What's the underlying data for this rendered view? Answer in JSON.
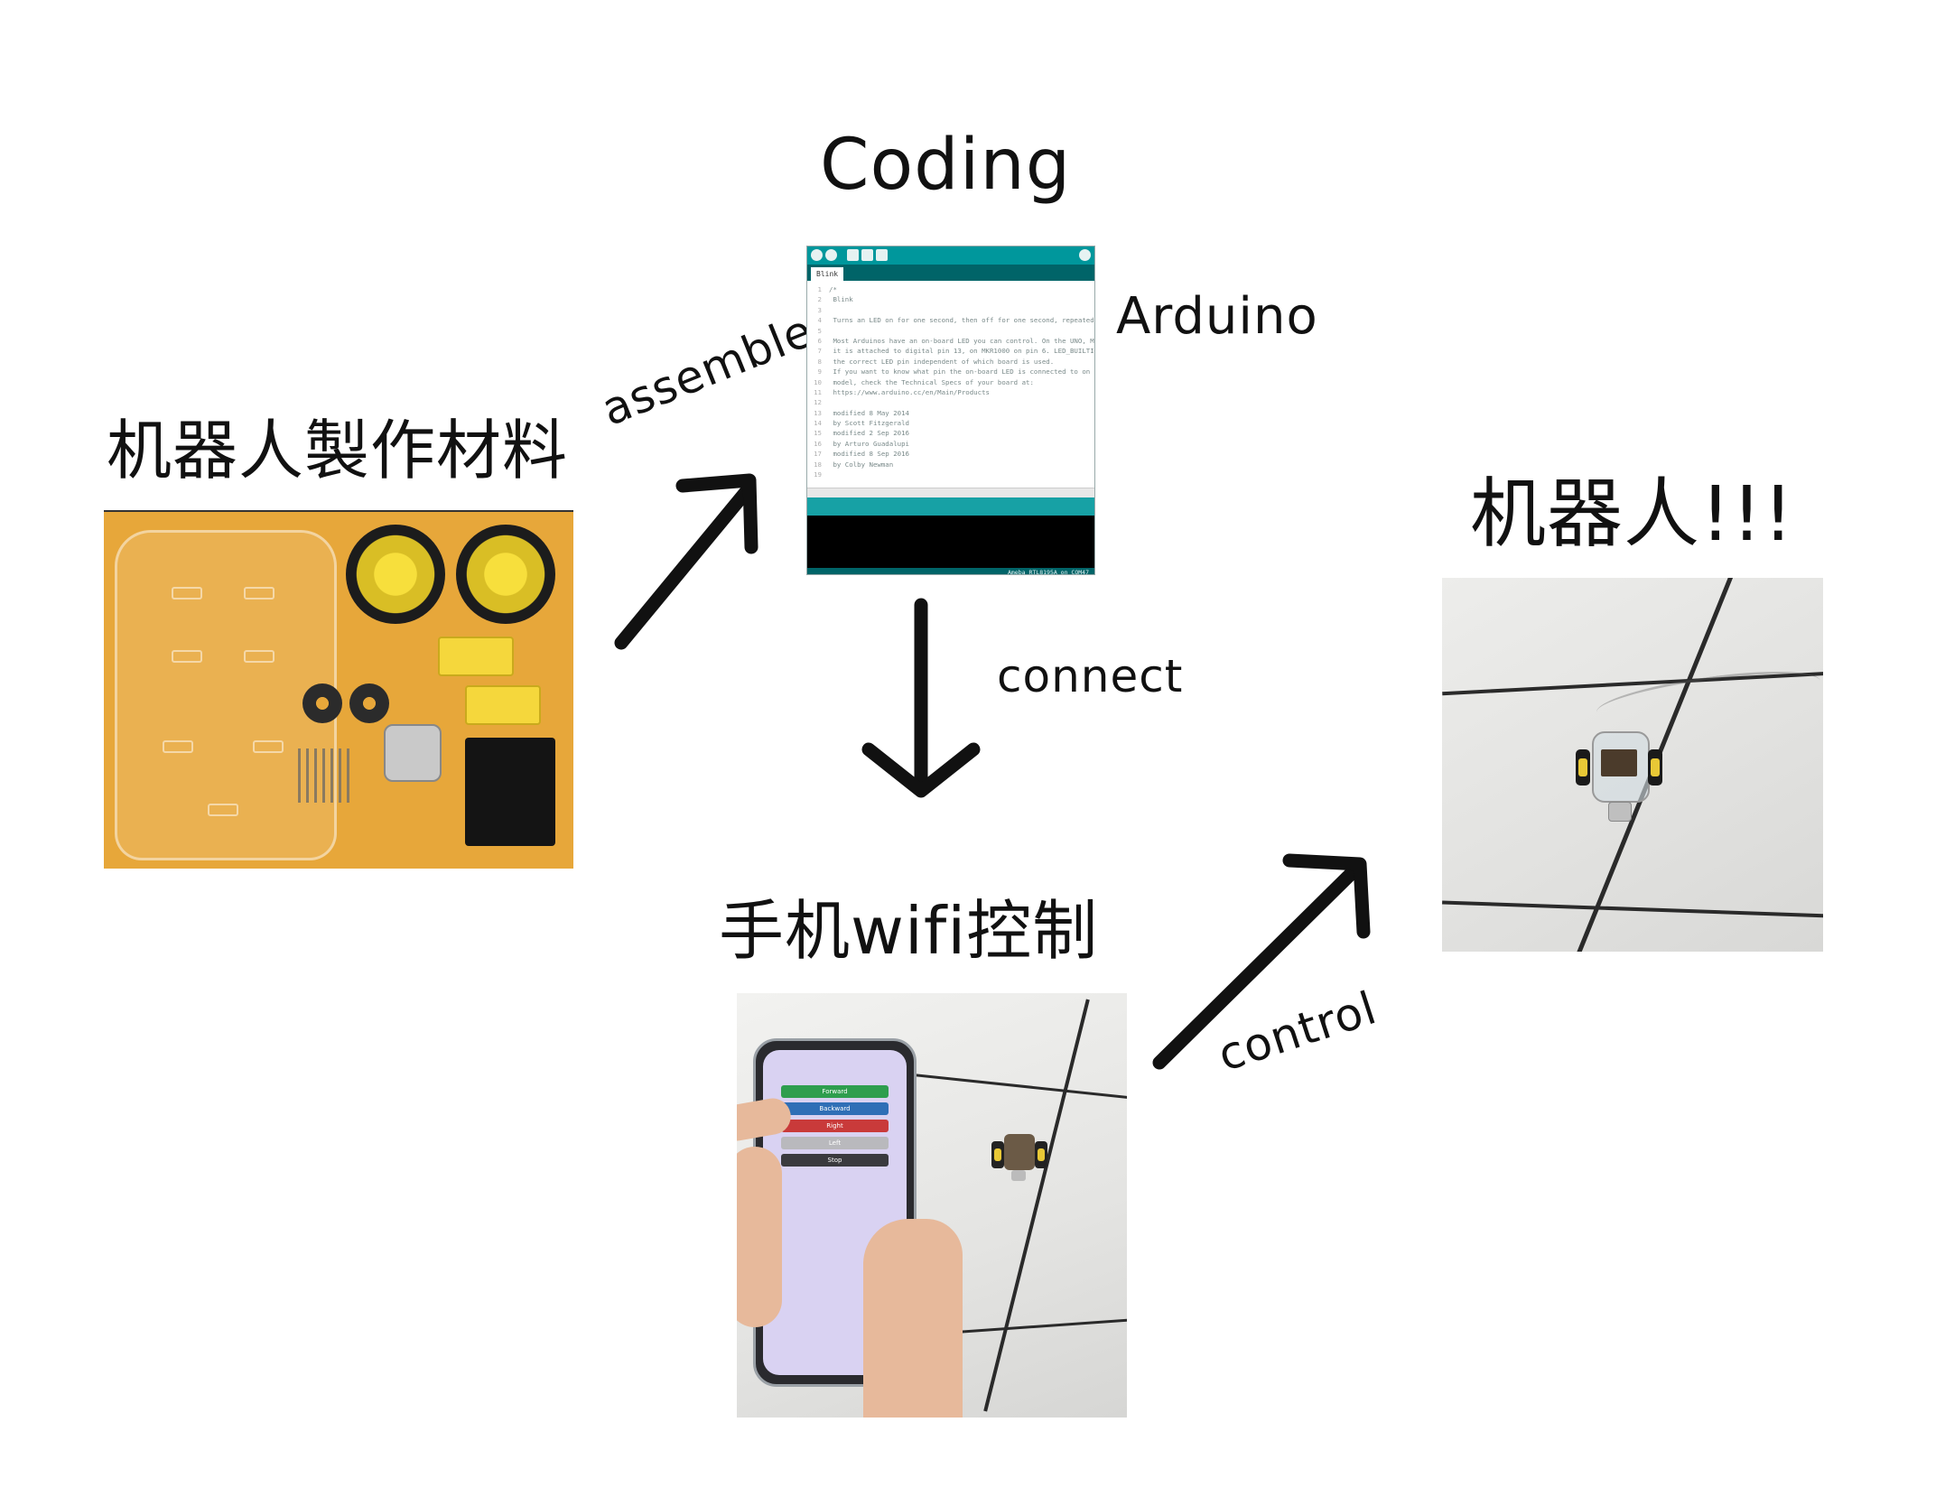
{
  "labels": {
    "materials": "机器人製作材料",
    "coding": "Coding",
    "arduino": "Arduino",
    "phone_control": "手机wifi控制",
    "robot": "机器人!!!"
  },
  "arrows": {
    "assemble": "assemble",
    "connect": "connect",
    "control": "control"
  },
  "ide": {
    "tab": "Blink",
    "code_lines": [
      "/*",
      "  Blink",
      "",
      "  Turns an LED on for one second, then off for one second, repeatedly.",
      "",
      "  Most Arduinos have an on-board LED you can control. On the UNO, MEGA and ZERO",
      "  it is attached to digital pin 13, on MKR1000 on pin 6. LED_BUILTIN is set to",
      "  the correct LED pin independent of which board is used.",
      "  If you want to know what pin the on-board LED is connected to on your Arduino",
      "  model, check the Technical Specs of your board at:",
      "  https://www.arduino.cc/en/Main/Products",
      "",
      "  modified 8 May 2014",
      "  by Scott Fitzgerald",
      "  modified 2 Sep 2016",
      "  by Arturo Guadalupi",
      "  modified 8 Sep 2016",
      "  by Colby Newman",
      ""
    ],
    "footer": "Ameba RTL8195A on COM47"
  },
  "phone": {
    "buttons": [
      {
        "label": "Forward",
        "color": "#2e9e4e"
      },
      {
        "label": "Backward",
        "color": "#2f6fb6"
      },
      {
        "label": "Right",
        "color": "#c93a3a"
      },
      {
        "label": "Left",
        "color": "#b9b9bd"
      },
      {
        "label": "Stop",
        "color": "#3a3a3e"
      }
    ]
  },
  "colors": {
    "parts_background": "#e7a73a",
    "arduino_teal": "#00979c",
    "ink": "#111111"
  }
}
